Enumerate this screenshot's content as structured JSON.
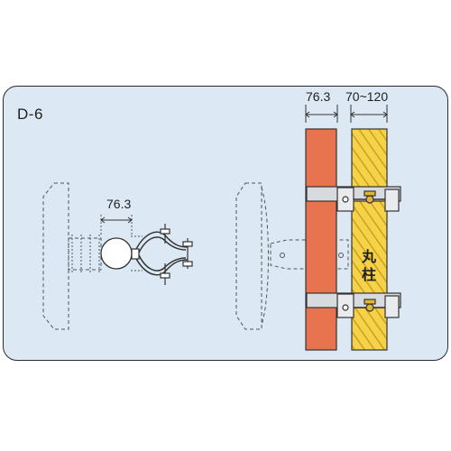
{
  "diagram": {
    "code": "D-6",
    "left_view": {
      "pipe_diameter": "76.3"
    },
    "right_view": {
      "pipe_diameter": "76.3",
      "column_range": "70~120",
      "column_label": "丸柱"
    }
  },
  "colors": {
    "panel": "#dce9f4",
    "pipe": "#e8734f",
    "column": "#f5d24a",
    "column_hatch": "#c9a21a",
    "bracket": "#d7dade",
    "bolt": "#e0b830",
    "outline": "#333333"
  }
}
